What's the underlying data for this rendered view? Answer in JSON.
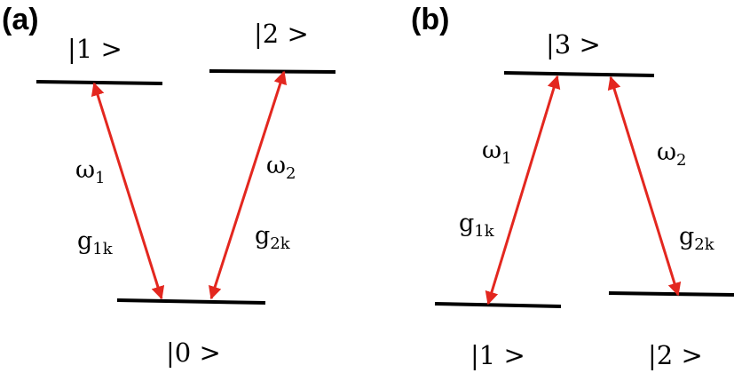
{
  "colors": {
    "arrow": "#e3271f",
    "level": "#000000"
  },
  "panels": [
    {
      "label": "(a)",
      "states": [
        "|1 >",
        "|2 >",
        "|0 >"
      ],
      "transitions": [
        {
          "frequency": "ω",
          "frequency_sub": "1",
          "coupling": "g",
          "coupling_sub": "1k"
        },
        {
          "frequency": "ω",
          "frequency_sub": "2",
          "coupling": "g",
          "coupling_sub": "2k"
        }
      ]
    },
    {
      "label": "(b)",
      "states": [
        "|3 >",
        "|1 >",
        "|2 >"
      ],
      "transitions": [
        {
          "frequency": "ω",
          "frequency_sub": "1",
          "coupling": "g",
          "coupling_sub": "1k"
        },
        {
          "frequency": "ω",
          "frequency_sub": "2",
          "coupling": "g",
          "coupling_sub": "2k"
        }
      ]
    }
  ]
}
